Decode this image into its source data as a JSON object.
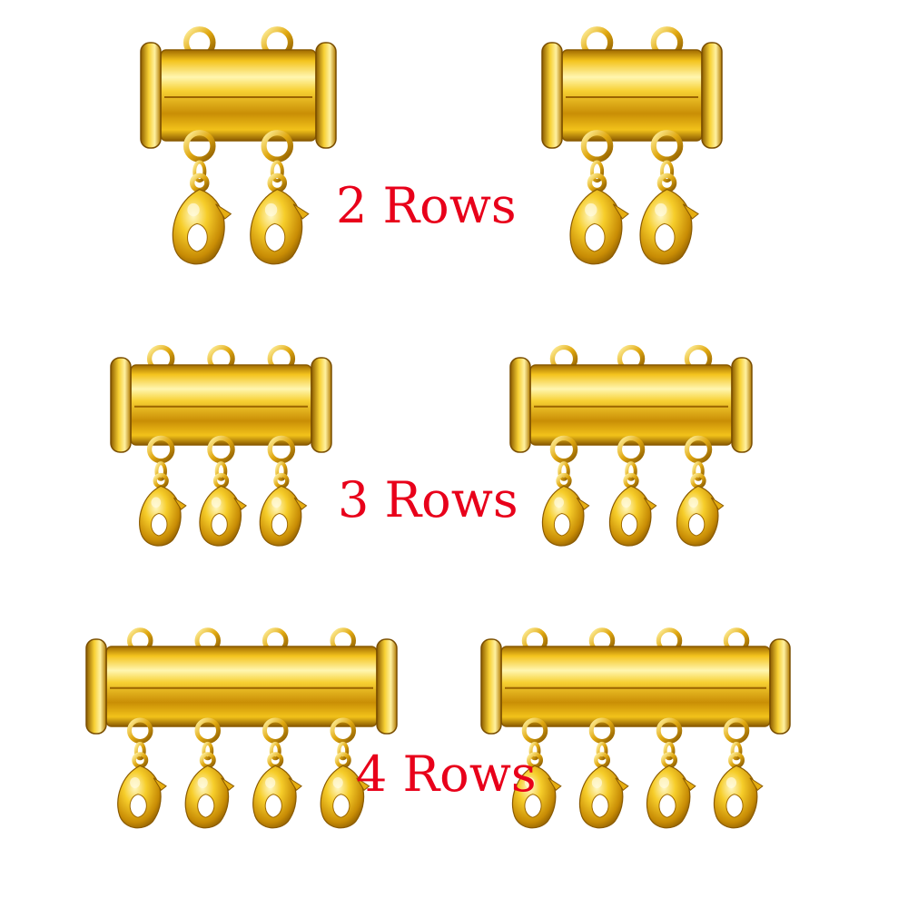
{
  "product": {
    "variants": [
      {
        "label": "2 Rows",
        "rows": 2
      },
      {
        "label": "3 Rows",
        "rows": 3
      },
      {
        "label": "4 Rows",
        "rows": 4
      }
    ],
    "items_per_variant": 2
  },
  "colors": {
    "background": "#ffffff",
    "label": "#e8001a",
    "gold_light": "#fff6b0",
    "gold_mid": "#f2c21a",
    "gold_dark": "#b67c00",
    "gold_deep": "#7a4e00"
  }
}
